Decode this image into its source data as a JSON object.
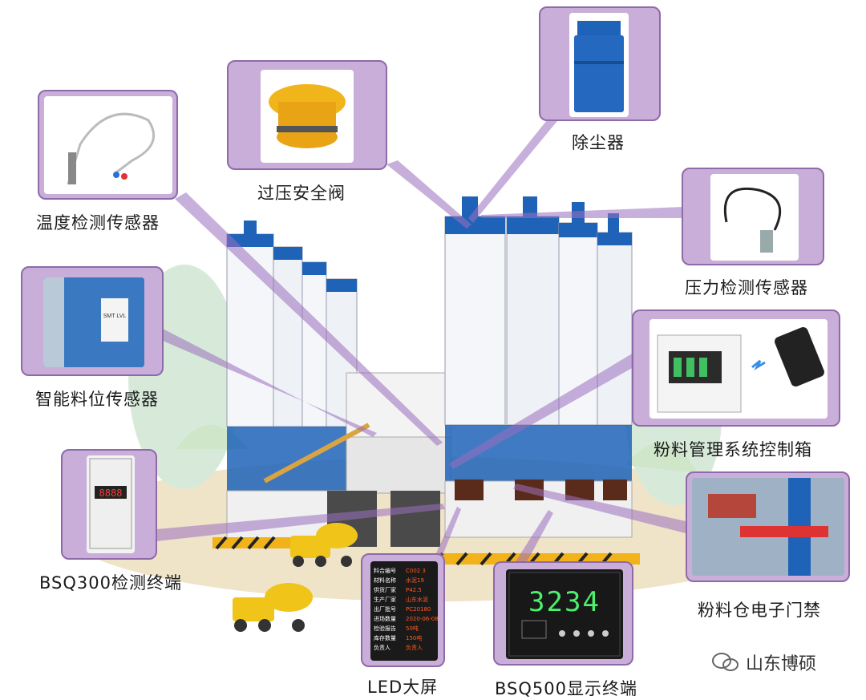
{
  "labels": {
    "dust_collector": "除尘器",
    "safety_valve": "过压安全阀",
    "temp_sensor": "温度检测传感器",
    "pressure_sensor": "压力检测传感器",
    "level_sensor": "智能料位传感器",
    "control_box": "粉料管理系统控制箱",
    "bsq300": "BSQ300检测终端",
    "access_control": "粉料仓电子门禁",
    "led_screen": "LED大屏",
    "bsq500": "BSQ500显示终端"
  },
  "device_text": {
    "bsq500_digits": "3234",
    "bsq300_digits": "8888",
    "level_sensor_text": "SMT LVL",
    "led_rows": [
      [
        "料合编号",
        "C002 3"
      ],
      [
        "材料名称",
        "水泥19"
      ],
      [
        "供货厂家",
        "P42.5"
      ],
      [
        "生产厂家",
        "山东水泥"
      ],
      [
        "出厂批号",
        "PC20180"
      ],
      [
        "进场数量",
        "2020-06-08"
      ],
      [
        "检验报告",
        "50吨"
      ],
      [
        "库存数量",
        "150吨"
      ],
      [
        "负责人",
        "负责人"
      ]
    ]
  },
  "watermark": "山东博硕",
  "colors": {
    "box_fill": "#c9aed9",
    "box_border": "#8e6aa9",
    "connector": "#9b6fbf",
    "silo_blue": "#1f63b8",
    "silo_white": "#f4f6f9"
  }
}
